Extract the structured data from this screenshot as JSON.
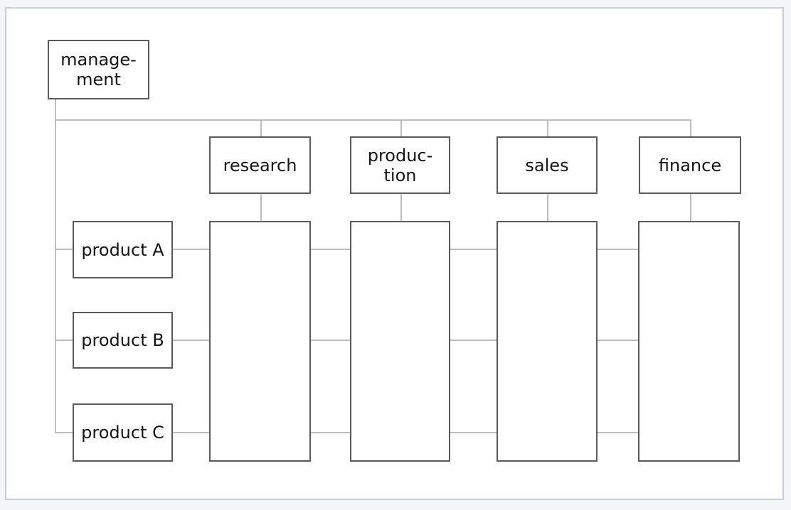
{
  "colors": {
    "page_background": "#f4f5f7",
    "canvas_background": "#ffffff",
    "frame_border": "#c9ccd5",
    "box_border": "#5a5a5a",
    "connector": "#bcbcbc",
    "text": "#141414"
  },
  "org_chart": {
    "management": {
      "label": "manage-\nment"
    },
    "departments": [
      {
        "label": "research"
      },
      {
        "label": "produc-\ntion"
      },
      {
        "label": "sales"
      },
      {
        "label": "finance"
      }
    ],
    "products": [
      {
        "label": "product A"
      },
      {
        "label": "product B"
      },
      {
        "label": "product C"
      }
    ]
  }
}
